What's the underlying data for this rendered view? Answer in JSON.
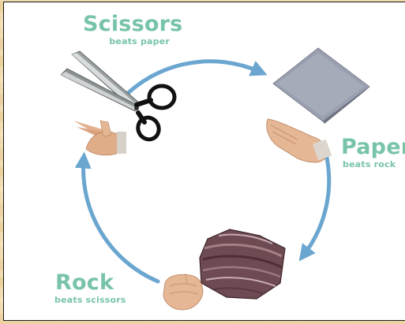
{
  "diagram": {
    "nodes": [
      {
        "name": "Scissors",
        "caption": "beats paper"
      },
      {
        "name": "Paper",
        "caption": "beats rock"
      },
      {
        "name": "Rock",
        "caption": "beats scissors"
      }
    ]
  },
  "colors": {
    "label": "#78c4a8",
    "arrow": "#6aa6cf",
    "page_background": "#f1dcb2"
  },
  "icons": [
    "scissors-image",
    "paper-image",
    "rock-image",
    "victory-hand-image",
    "flat-hand-image",
    "fist-image"
  ]
}
